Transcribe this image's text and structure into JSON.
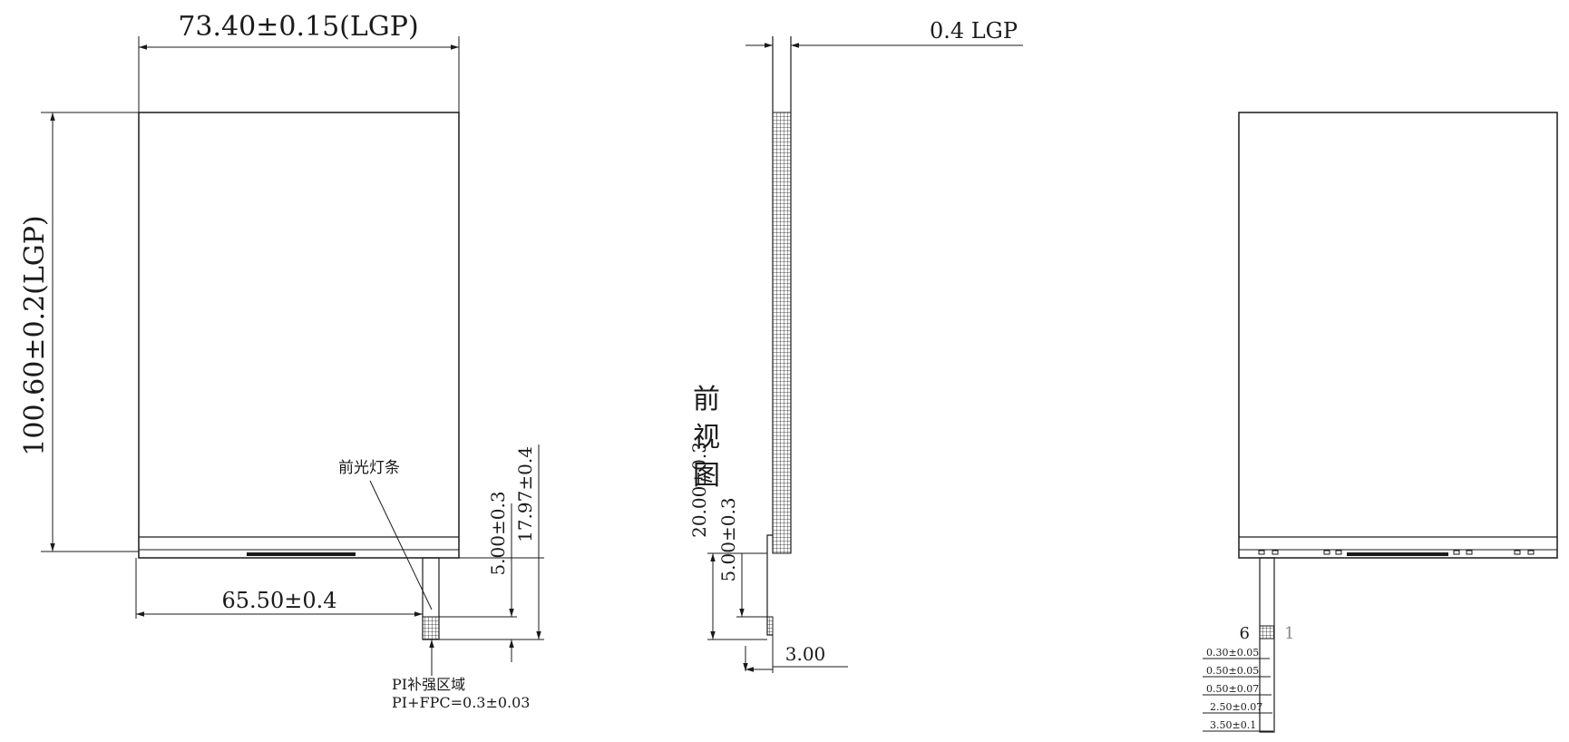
{
  "front_view": {
    "dim_width": "73.40±0.15(LGP)",
    "dim_height": "100.60±0.2(LGP)",
    "dim_fpc_offset": "65.50±0.4",
    "dim_fpc_length": "5.00±0.3",
    "dim_total_length": "17.97±0.4",
    "label_light_bar": "前光灯条",
    "label_pi_area": "PI补强区域",
    "label_pi_thickness": "PI+FPC=0.3±0.03"
  },
  "side_view": {
    "title": "前视图",
    "dim_thickness": "0.4 LGP",
    "dim_fpc_segment": "5.00±0.3",
    "dim_fpc_total": "20.00±0.3",
    "dim_bottom": "3.00"
  },
  "back_view": {
    "pin_left": "6",
    "pin_right": "1",
    "dims": [
      "0.30±0.05",
      "0.50±0.05",
      "0.50±0.07",
      "2.50±0.07",
      "3.50±0.1"
    ]
  },
  "colors": {
    "line": "#1a1a1a",
    "background": "#ffffff"
  }
}
